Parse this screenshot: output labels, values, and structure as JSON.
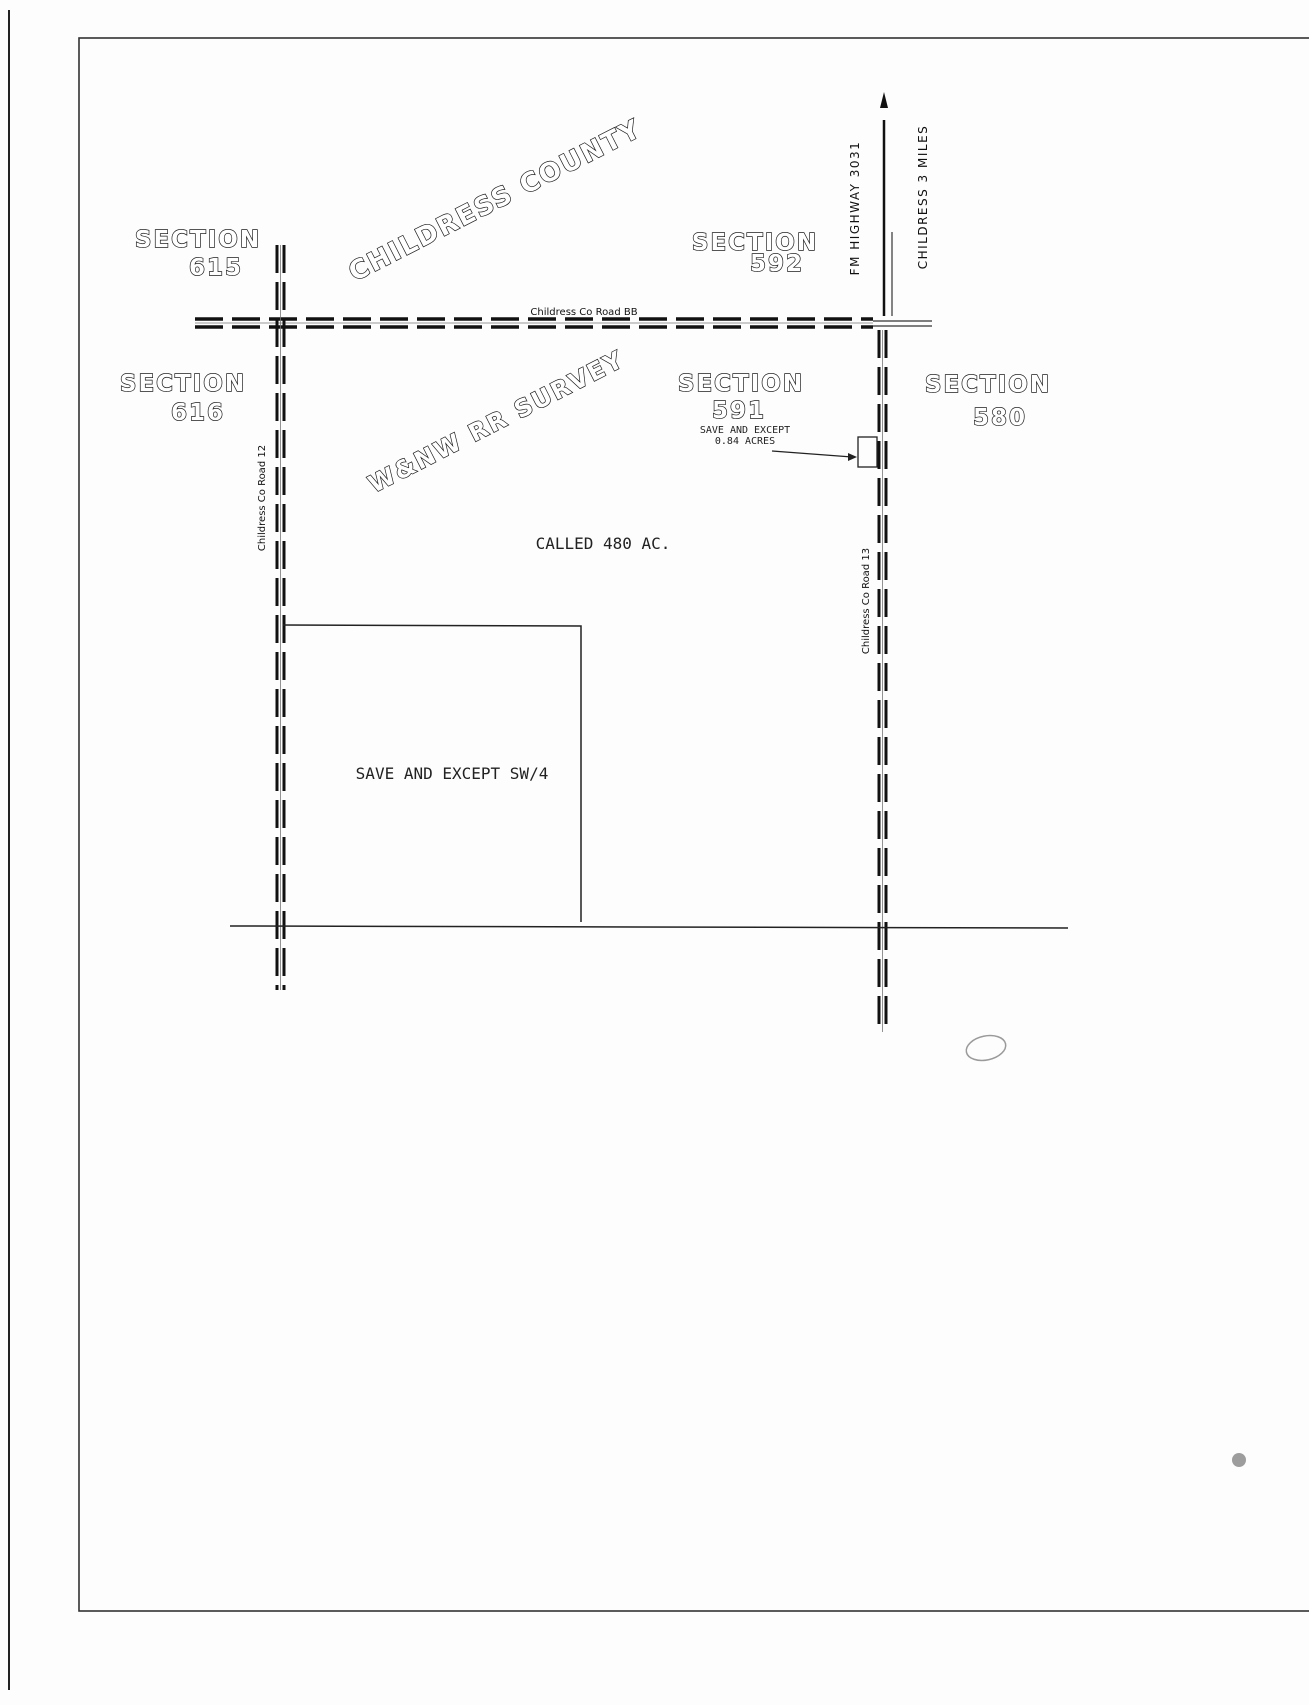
{
  "labels": {
    "county": "CHILDRESS COUNTY",
    "survey": "W&NW RR SURVEY",
    "called_acres": "CALLED 480 AC.",
    "save_except_sw4": "SAVE AND EXCEPT SW/4",
    "save_except_small_1": "SAVE AND EXCEPT",
    "save_except_small_2": "0.84 ACRES",
    "fm_highway": "FM HIGHWAY 3031",
    "childress_miles": "CHILDRESS 3 MILES"
  },
  "roads": {
    "road_bb": "Childress Co Road BB",
    "road_12": "Childress Co Road 12",
    "road_13": "Childress Co Road 13"
  },
  "sections": {
    "s615": {
      "word": "SECTION",
      "number": "615"
    },
    "s592": {
      "word": "SECTION",
      "number": "592"
    },
    "s616": {
      "word": "SECTION",
      "number": "616"
    },
    "s591": {
      "word": "SECTION",
      "number": "591"
    },
    "s580": {
      "word": "SECTION",
      "number": "580"
    }
  }
}
